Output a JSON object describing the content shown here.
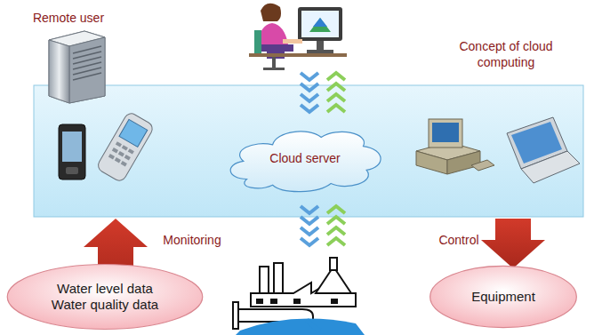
{
  "diagram": {
    "nodes": [
      {
        "text": [
          "Cloud server"
        ]
      },
      {
        "text": [
          "Water level data Water quality data"
        ]
      },
      {
        "text": [
          "Equipment"
        ]
      }
    ],
    "labels": [
      "Remote user",
      "Concept of cloud computing",
      "Monitoring",
      "Control"
    ]
  }
}
